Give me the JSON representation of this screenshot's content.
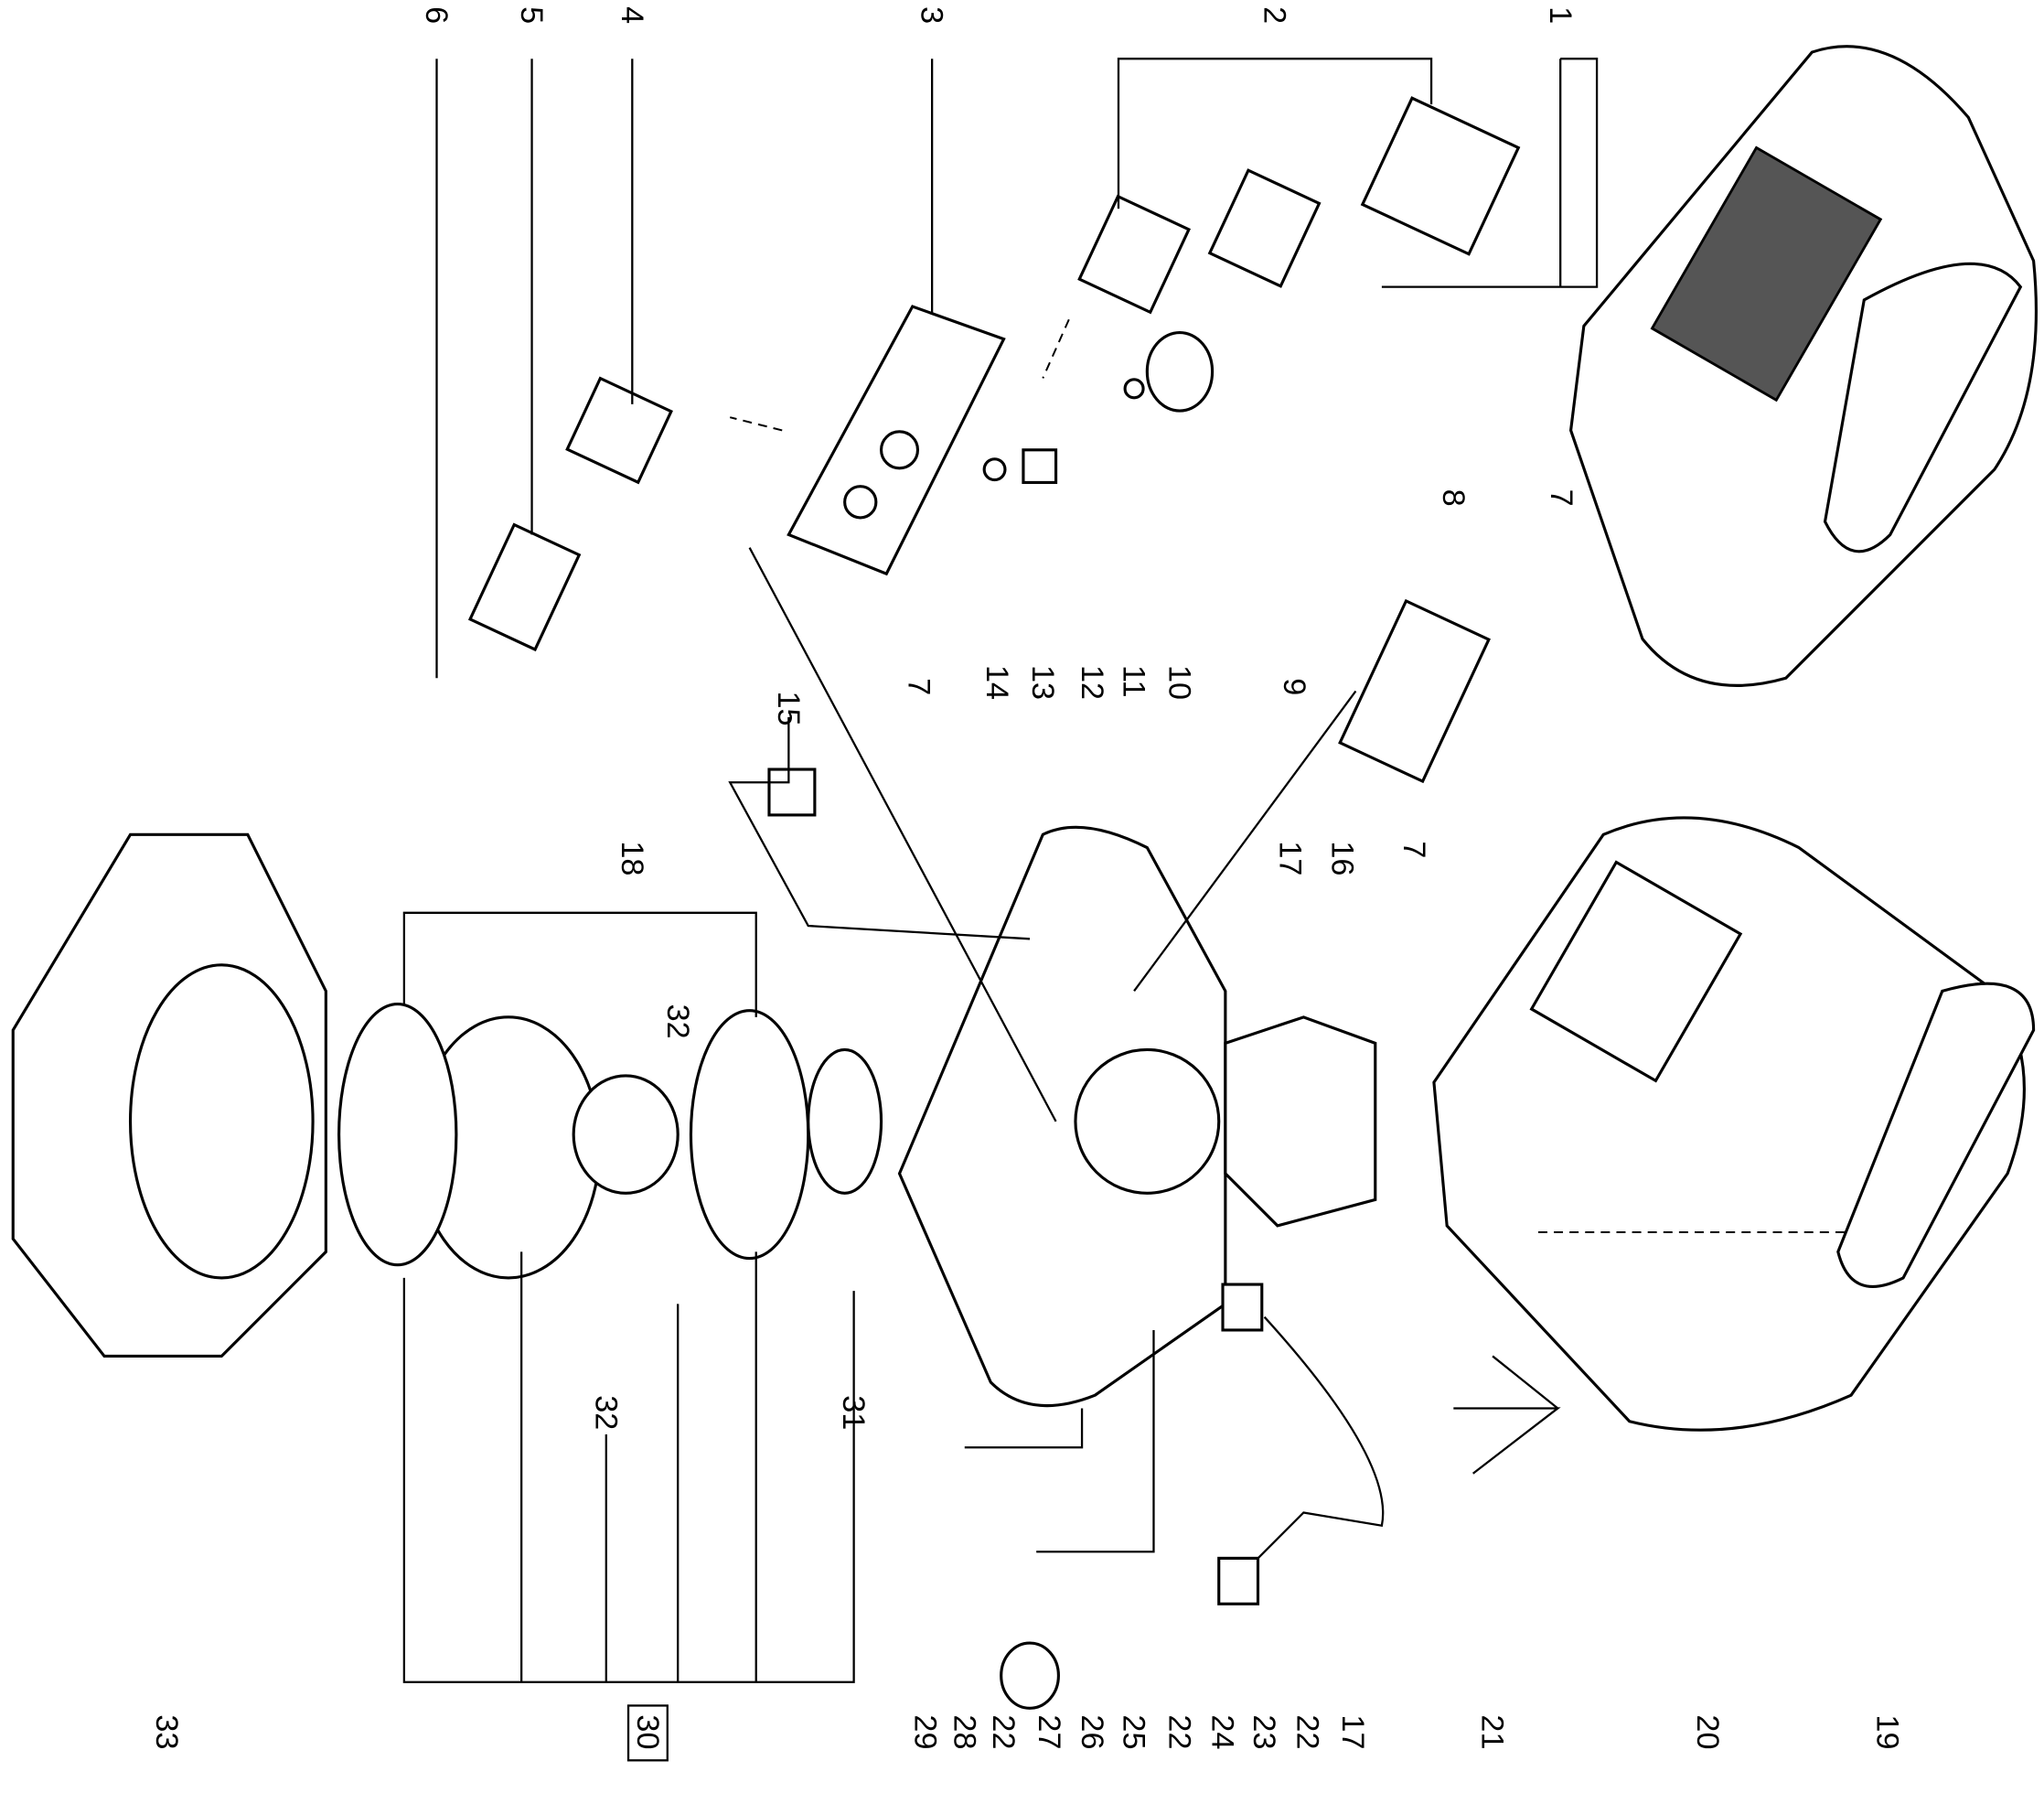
{
  "title": "Exploded parts diagram",
  "callouts": {
    "c1": "1",
    "c2": "2",
    "c3": "3",
    "c4": "4",
    "c5": "5",
    "c6": "6",
    "c7a": "7",
    "c7b": "7",
    "c7c": "7",
    "c8": "8",
    "c9": "9",
    "c10": "10",
    "c11": "11",
    "c12": "12",
    "c13": "13",
    "c14": "14",
    "c15": "15",
    "c16": "16",
    "c17a": "17",
    "c17b": "17",
    "c18": "18",
    "c19": "19",
    "c20": "20",
    "c21": "21",
    "c22a": "22",
    "c22b": "22",
    "c22c": "22",
    "c23": "23",
    "c24": "24",
    "c25": "25",
    "c26": "26",
    "c27": "27",
    "c28": "28",
    "c29": "29",
    "c30": "30",
    "c31": "31",
    "c32a": "32",
    "c32b": "32",
    "c33": "33"
  }
}
